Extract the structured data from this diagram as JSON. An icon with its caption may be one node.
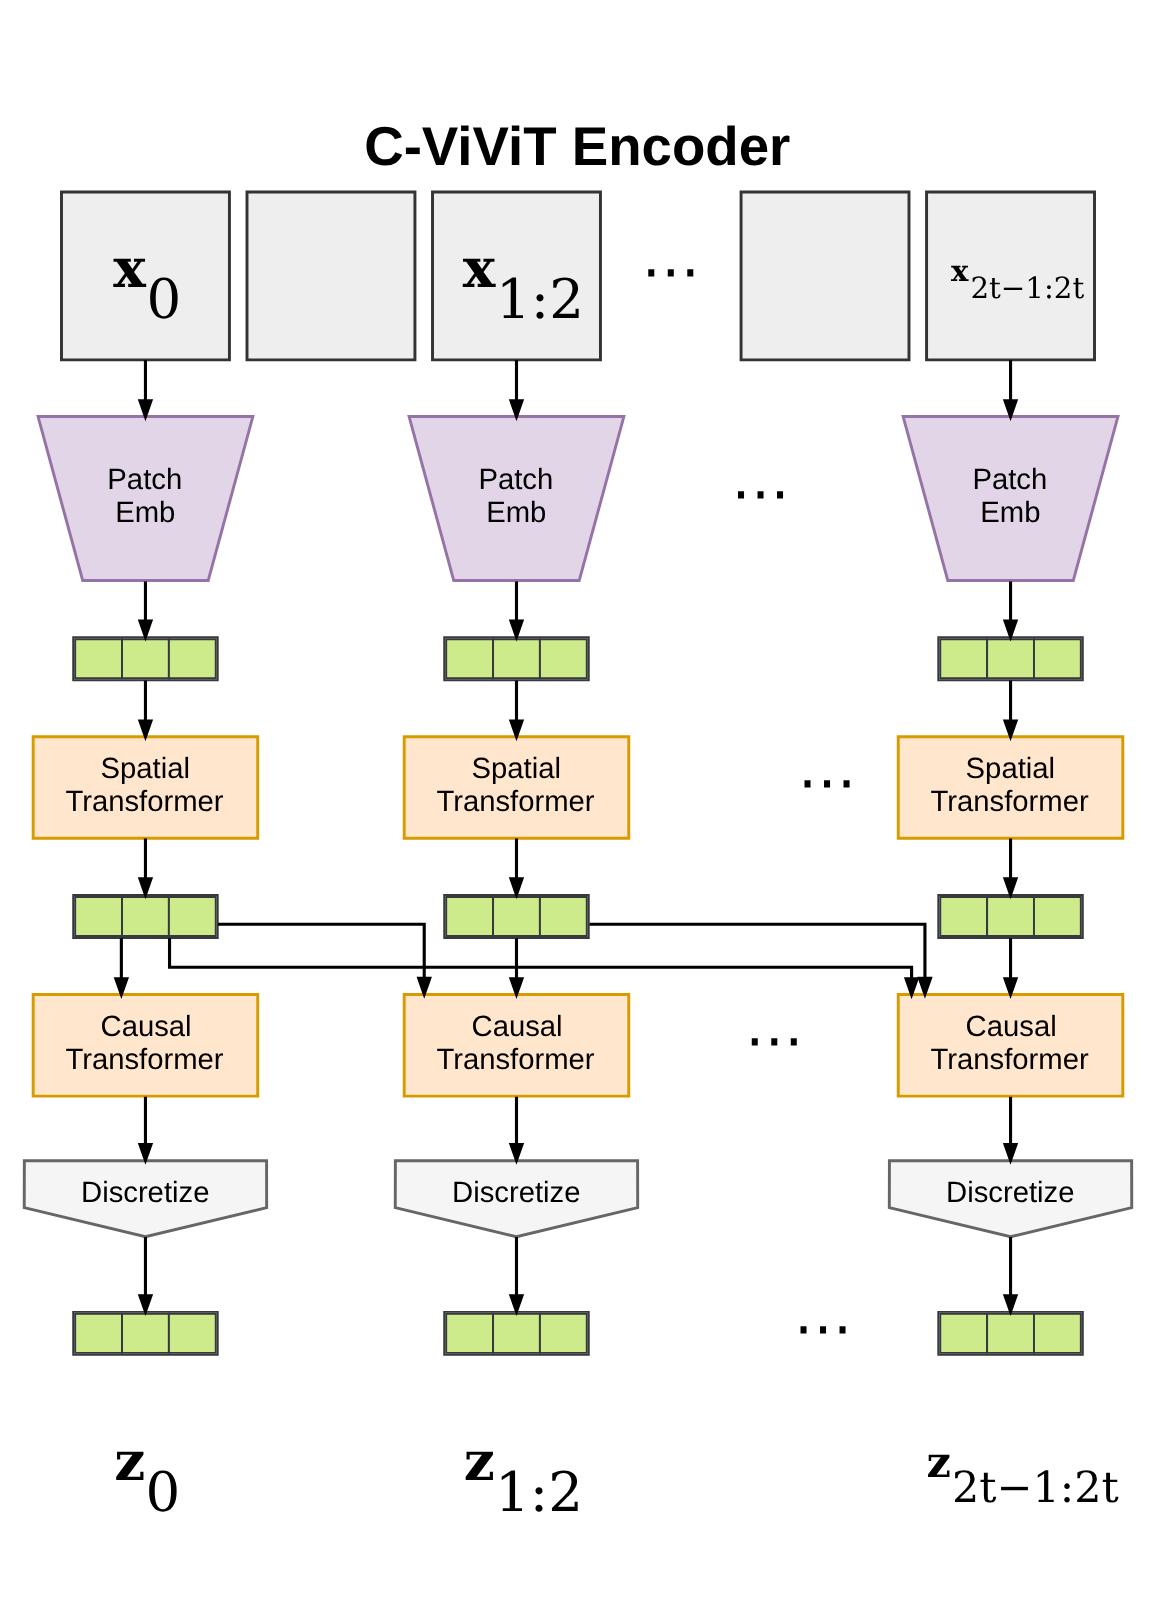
{
  "diagram": {
    "title": "C-ViViT Encoder",
    "nodes": [
      {
        "text": [
          "**x**$_{0}$"
        ]
      },
      {
        "text": [],
        "shape": "box"
      },
      {
        "text": [
          "**x**$_{1:2}$"
        ]
      },
      {
        "text": [],
        "shape": "box"
      },
      {
        "text": [
          "**x**$_{2t−1:2t}$"
        ]
      },
      {
        "text": [
          "Patch Emb"
        ]
      },
      {
        "text": [
          "Patch Emb"
        ]
      },
      {
        "text": [
          "Patch Emb"
        ]
      },
      {
        "text": [],
        "shape": "bar"
      },
      {
        "text": [],
        "shape": "bar"
      },
      {
        "text": [],
        "shape": "bar"
      },
      {
        "text": [
          "Spatial Transformer"
        ]
      },
      {
        "text": [
          "Spatial Transformer"
        ]
      },
      {
        "text": [
          "Spatial Transformer"
        ]
      },
      {
        "text": [],
        "shape": "bar"
      },
      {
        "text": [],
        "shape": "bar"
      },
      {
        "text": [],
        "shape": "bar"
      },
      {
        "text": [
          "Causal Transformer"
        ]
      },
      {
        "text": [
          "Causal Transformer"
        ]
      },
      {
        "text": [
          "Causal Transformer"
        ]
      },
      {
        "text": [
          "Discretize"
        ]
      },
      {
        "text": [
          "Discretize"
        ]
      },
      {
        "text": [
          "Discretize"
        ]
      },
      {
        "text": [],
        "shape": "bar",
        "beside": [
          "**z**$_{0}$"
        ]
      },
      {
        "text": [],
        "shape": "bar",
        "beside": [
          "**z**$_{1:2}$"
        ]
      },
      {
        "text": [],
        "shape": "bar",
        "beside": [
          "**z**$_{2t−1:2t}$"
        ]
      }
    ],
    "edges": [
      {
        "from": 0,
        "to": 5,
        "arrow": "to"
      },
      {
        "from": 2,
        "to": 6,
        "arrow": "to"
      },
      {
        "from": 4,
        "to": 7,
        "arrow": "to"
      },
      {
        "from": 5,
        "to": 8,
        "arrow": "to"
      },
      {
        "from": 6,
        "to": 9,
        "arrow": "to"
      },
      {
        "from": 7,
        "to": 10,
        "arrow": "to"
      },
      {
        "from": 8,
        "to": 11,
        "arrow": "to"
      },
      {
        "from": 9,
        "to": 12,
        "arrow": "to"
      },
      {
        "from": 10,
        "to": 13,
        "arrow": "to"
      },
      {
        "from": 11,
        "to": 14,
        "arrow": "to"
      },
      {
        "from": 12,
        "to": 15,
        "arrow": "to"
      },
      {
        "from": 13,
        "to": 16,
        "arrow": "to"
      },
      {
        "from": 14,
        "to": 17,
        "arrow": "to"
      },
      {
        "from": 14,
        "to": 18,
        "arrow": "to"
      },
      {
        "from": 14,
        "to": 19,
        "arrow": "to"
      },
      {
        "from": 15,
        "to": 18,
        "arrow": "to"
      },
      {
        "from": 15,
        "to": 19,
        "arrow": "to"
      },
      {
        "from": 16,
        "to": 19,
        "arrow": "to"
      },
      {
        "from": 17,
        "to": 20,
        "arrow": "to"
      },
      {
        "from": 18,
        "to": 21,
        "arrow": "to"
      },
      {
        "from": 19,
        "to": 22,
        "arrow": "to"
      },
      {
        "from": 20,
        "to": 23,
        "arrow": "to"
      },
      {
        "from": 21,
        "to": 24,
        "arrow": "to"
      },
      {
        "from": 22,
        "to": 25,
        "arrow": "to"
      }
    ],
    "labels": [
      "⋯",
      "⋯",
      "⋯",
      "⋯",
      "⋯"
    ]
  }
}
